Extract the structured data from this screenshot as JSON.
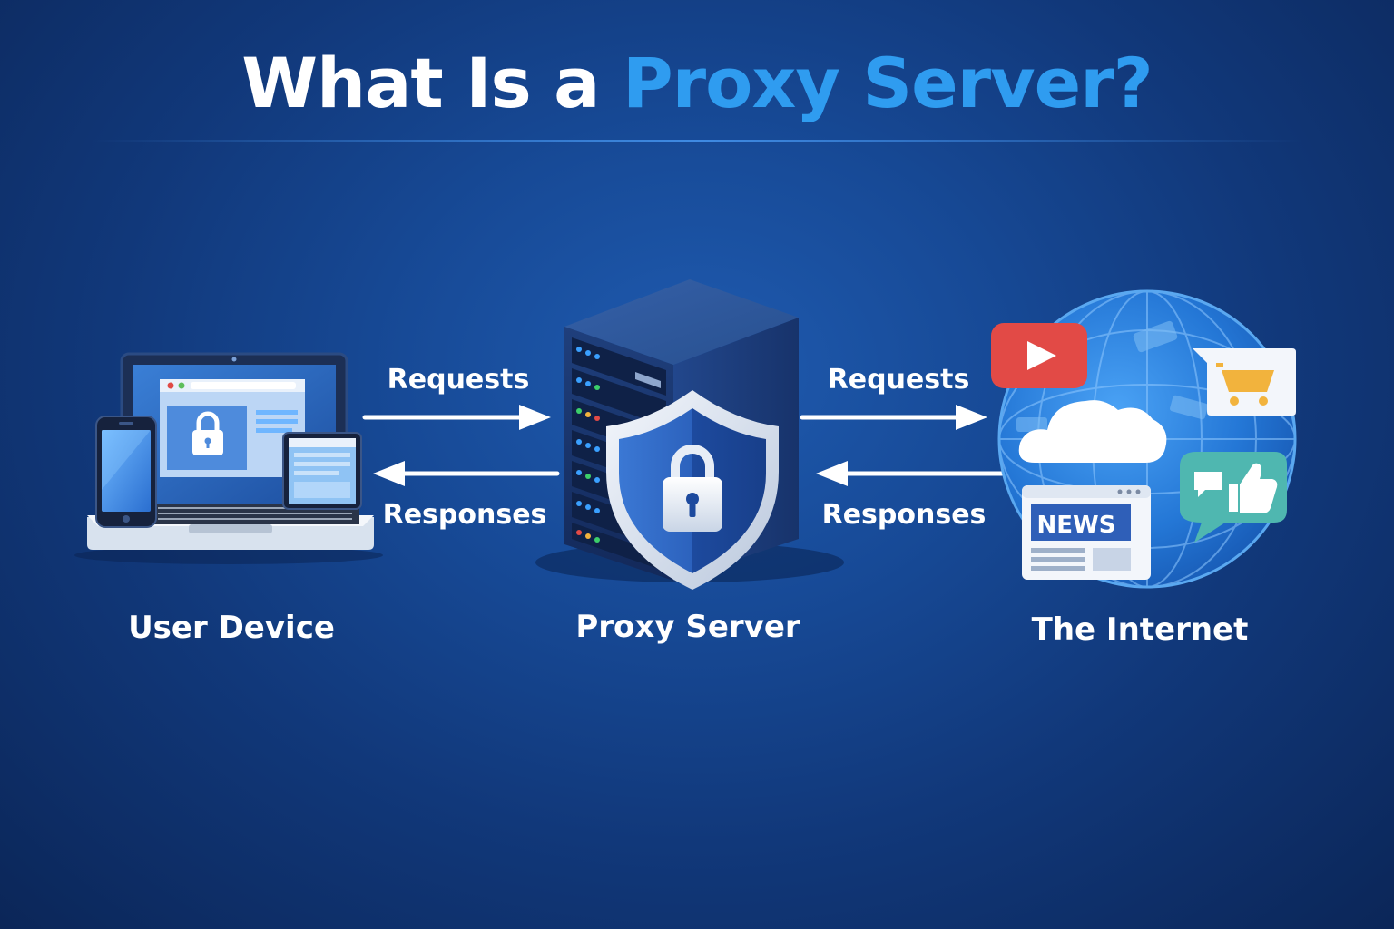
{
  "title": {
    "part1": "What Is a ",
    "part2": "Proxy Server?"
  },
  "nodes": {
    "user": "User Device",
    "proxy": "Proxy Server",
    "internet": "The Internet"
  },
  "arrows": {
    "left_requests": "Requests",
    "left_responses": "Responses",
    "right_requests": "Requests",
    "right_responses": "Responses"
  },
  "internet_icons": {
    "news": "NEWS"
  },
  "icons": [
    "laptop-icon",
    "smartphone-icon",
    "tablet-icon",
    "lock-icon",
    "server-icon",
    "shield-icon",
    "globe-icon",
    "video-play-icon",
    "shopping-cart-icon",
    "cloud-icon",
    "news-icon",
    "chat-like-icon"
  ],
  "colors": {
    "accent": "#2f9cf0",
    "background": "#174a97",
    "play": "#e24a46",
    "cart": "#f2b33d",
    "chat": "#4fb7b0"
  }
}
